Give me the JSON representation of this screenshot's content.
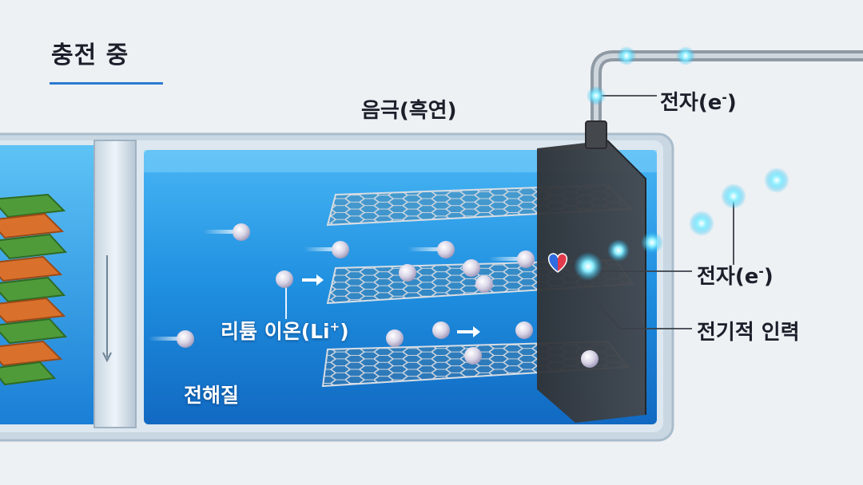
{
  "title": "충전 중",
  "labels": {
    "anode": "음극(흑연)",
    "electron_base": "전자(e",
    "electron_sup": "-",
    "electron_close": ")",
    "lithium_ion_base": "리튬 이온(Li",
    "lithium_ion_sup": "+",
    "lithium_ion_close": ")",
    "electrolyte": "전해질",
    "electric_attraction": "전기적 인력"
  },
  "colors": {
    "electrolyte": "#1f8fe0",
    "electrode": "#3a3d42",
    "electron_glow": "#4fd8ff",
    "ion": "#d9d6e8",
    "title_underline": "#2a7bd1",
    "cathode_green": "#4f9b3a",
    "cathode_orange": "#d9712c"
  },
  "icons": {
    "attraction": "heart-icon"
  }
}
